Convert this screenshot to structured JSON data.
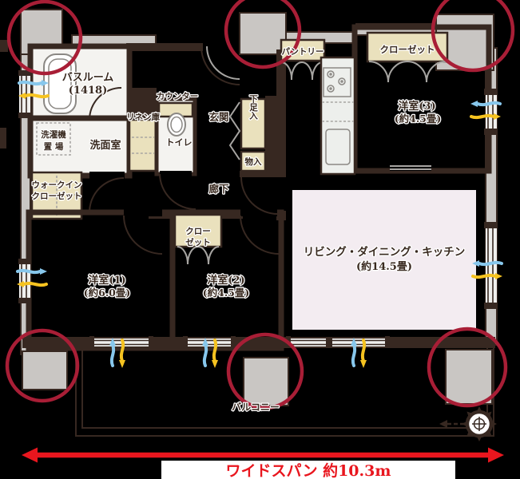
{
  "colors": {
    "bg": "#000000",
    "wall": "#372821",
    "concrete": "#c9c6c3",
    "tan": "#eae1bd",
    "floor_white": "#f4f3f0",
    "kitchen": "#edefec",
    "ldk_pink": "#f3ecf1",
    "circle_red": "#a81e36",
    "accent_red": "#e9161e",
    "breeze_blue": "#87c7ec",
    "breeze_yellow": "#f6c320",
    "door_gray": "#a7a5a2",
    "text_dark": "#38291f"
  },
  "labels": {
    "bathroom_l1": "バスルーム",
    "bathroom_l2": "(1418)",
    "washer_l1": "洗濯機",
    "washer_l2": "置 場",
    "washroom": "洗面室",
    "linen": "リネン庫",
    "counter": "カウンター",
    "toilet": "トイレ",
    "entrance": "玄関",
    "shoe_cabinet": "下足入",
    "storage": "物入",
    "hallway": "廊下",
    "wic_l1": "ウォークイン",
    "wic_l2": "クローゼット",
    "closet_r2_l1": "クロー",
    "closet_r2_l2": "ゼット",
    "room1_l1": "洋室(1)",
    "room1_l2": "(約6.0畳)",
    "room2_l1": "洋室(2)",
    "room2_l2": "(約4.5畳)",
    "room3_l1": "洋室(3)",
    "room3_l2": "(約4.5畳)",
    "pantry": "パントリー",
    "closet_r3": "クローゼット",
    "ldk_l1": "リビング・ダイニング・キッチン",
    "ldk_l2": "(約14.5畳)",
    "balcony": "バルコニー",
    "widespan": "ワイドスパン 約10.3m"
  }
}
